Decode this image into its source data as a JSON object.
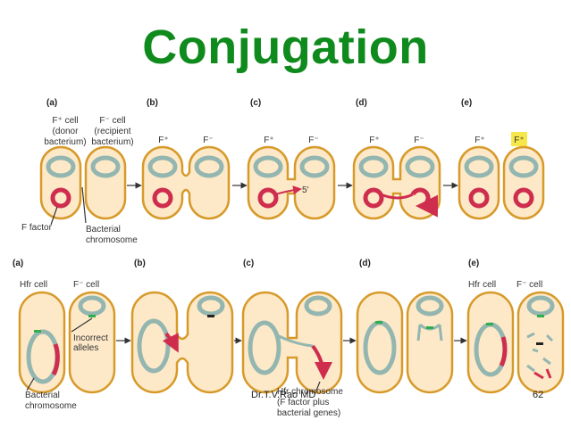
{
  "slide": {
    "title": "Conjugation",
    "author": "Dr.T.V.Rao MD",
    "page_number": "62"
  },
  "top_diagram": {
    "panels": [
      "(a)",
      "(b)",
      "(c)",
      "(d)",
      "(e)"
    ],
    "labels": {
      "donor_cell": [
        "F⁺ cell",
        "(donor",
        "bacterium)"
      ],
      "recipient_cell": [
        "F⁻ cell",
        "(recipient",
        "bacterium)"
      ],
      "f_plus": "F⁺",
      "f_minus": "F⁻",
      "five_prime": "5′",
      "f_factor": "F factor",
      "bacterial_chromosome": [
        "Bacterial",
        "chromosome"
      ]
    },
    "highlight_color": "#f7e84a"
  },
  "bottom_diagram": {
    "panels": [
      "(a)",
      "(b)",
      "(c)",
      "(d)",
      "(e)"
    ],
    "labels": {
      "hfr_cell": "Hfr cell",
      "f_minus_cell": "F⁻ cell",
      "incorrect_alleles": [
        "Incorrect",
        "alleles"
      ],
      "bacterial_chromosome": [
        "Bacterial",
        "chromosome"
      ],
      "hfr_chromosome": [
        "Hfr chromosome",
        "(F factor plus",
        "bacterial genes)"
      ]
    }
  },
  "colors": {
    "title": "#0f8a1c",
    "cell_fill": "#fde9c8",
    "cell_border": "#d79a2a",
    "chromosome": "#94b6b0",
    "plasmid": "#cf2d4e",
    "allele_marker": "#2fae4e"
  }
}
